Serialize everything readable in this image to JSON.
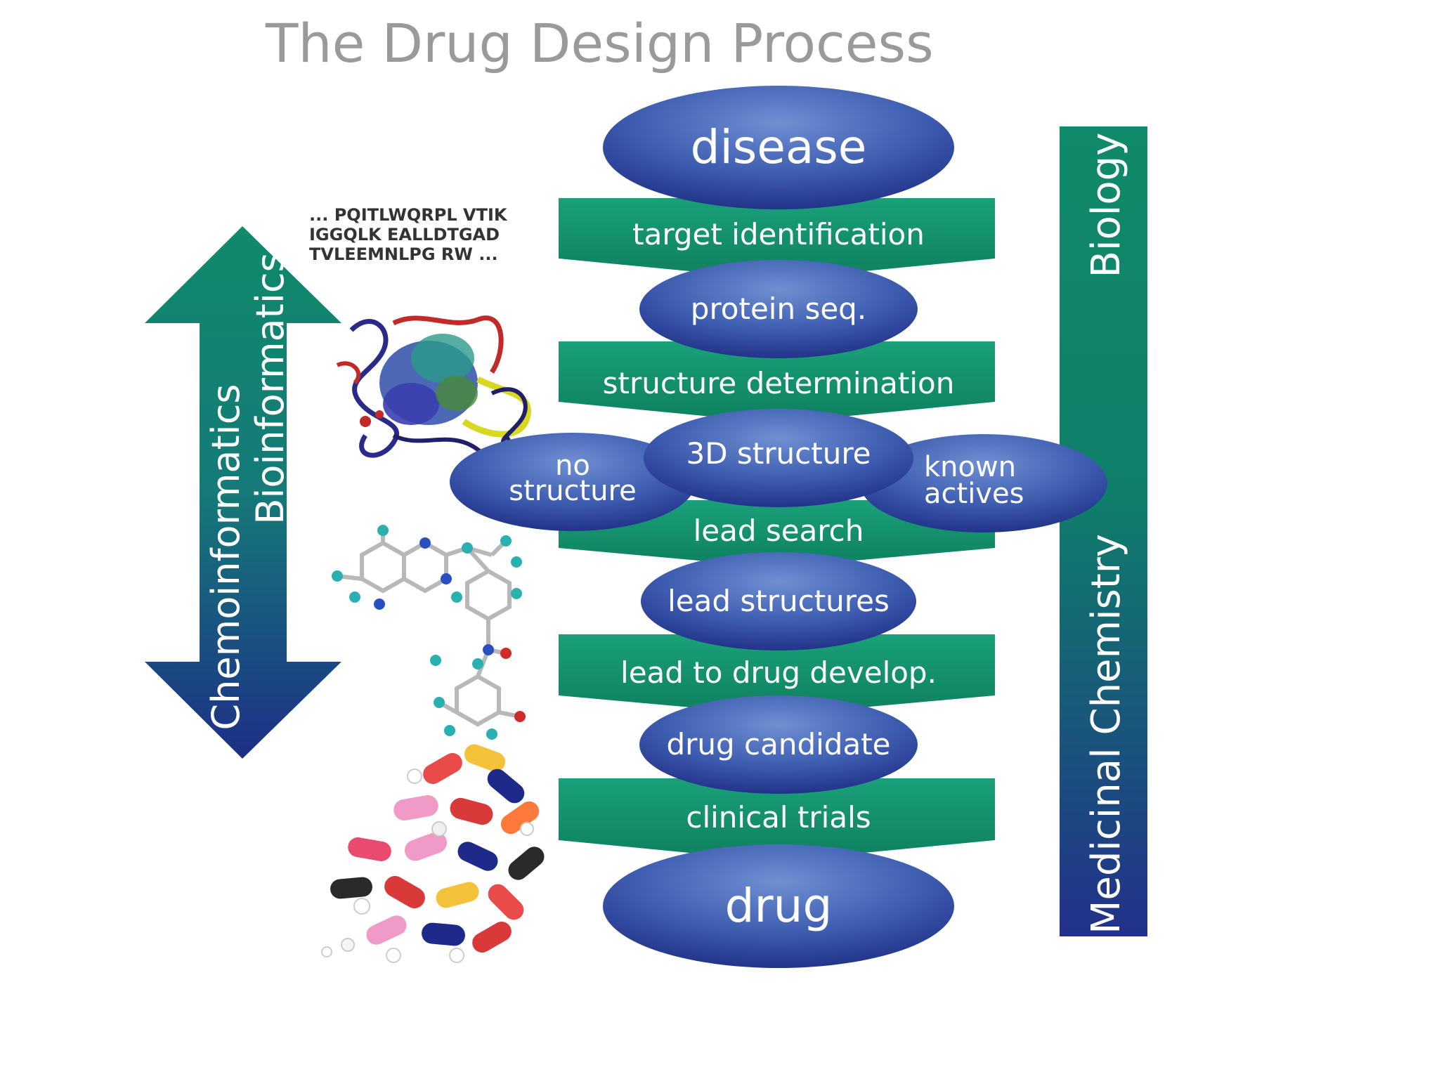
{
  "title": "The Drug Design Process",
  "process": {
    "disease": "disease",
    "target_identification": "target identification",
    "protein_seq": "protein seq.",
    "structure_determination": "structure determination",
    "three_d_structure": "3D structure",
    "no_structure_line1": "no",
    "no_structure_line2": "structure",
    "known_actives_line1": "known",
    "known_actives_line2": "actives",
    "lead_search": "lead search",
    "lead_structures": "lead structures",
    "lead_to_drug": "lead to drug develop.",
    "drug_candidate": "drug candidate",
    "clinical_trials": "clinical trials",
    "drug": "drug"
  },
  "side_labels": {
    "chemoinformatics": "Chemoinformatics",
    "bioinformatics": "Bioinformatics",
    "biology": "Biology",
    "medicinal_chemistry": "Medicinal Chemistry"
  },
  "sequence": {
    "line1": "... PQITLWQRPL VTIK",
    "line2": "IGGQLK EALLDTGAD",
    "line3": "TVLEEMNLPG RW ..."
  },
  "colors": {
    "ellipse_light": "#5f7fc6",
    "ellipse_dark": "#22348a",
    "band_green": "#17946f",
    "band_dark_green": "#0f7e60",
    "arrow_top": "#0f8a6a",
    "arrow_bottom": "#1d2f87",
    "title_gray": "#9a9a9a"
  },
  "icons": {
    "protein": "protein-ribbon-icon",
    "molecule": "ball-and-stick-molecule-icon",
    "pills": "pills-icon"
  }
}
